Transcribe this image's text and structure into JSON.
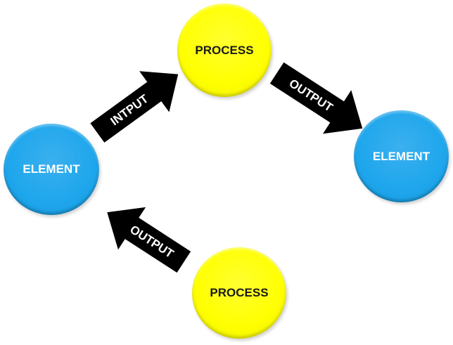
{
  "diagram": {
    "nodes": [
      {
        "id": "element-left",
        "label": "ELEMENT",
        "type": "element",
        "color": "#1ea6ec"
      },
      {
        "id": "process-top",
        "label": "PROCESS",
        "type": "process",
        "color": "#ffff00"
      },
      {
        "id": "element-right",
        "label": "ELEMENT",
        "type": "element",
        "color": "#1ea6ec"
      },
      {
        "id": "process-bottom",
        "label": "PROCESS",
        "type": "process",
        "color": "#ffff00"
      }
    ],
    "arrows": [
      {
        "id": "arrow-input",
        "label": "INTPUT",
        "from": "element-left",
        "to": "process-top",
        "color": "#000000"
      },
      {
        "id": "arrow-output-right",
        "label": "OUTPUT",
        "from": "process-top",
        "to": "element-right",
        "color": "#000000"
      },
      {
        "id": "arrow-output-left",
        "label": "OUTPUT",
        "from": "process-bottom",
        "to": "element-left",
        "color": "#000000"
      }
    ]
  }
}
